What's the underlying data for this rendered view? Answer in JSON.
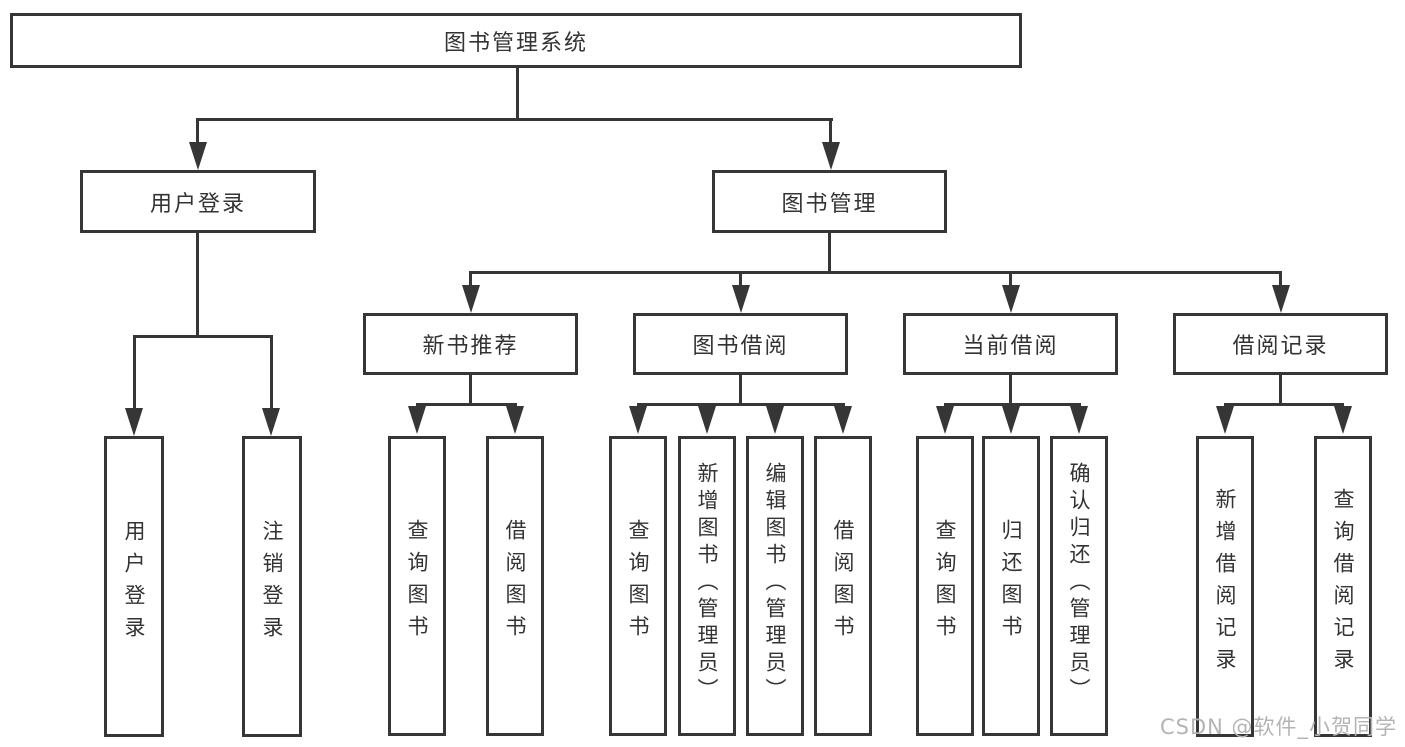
{
  "diagram": {
    "root": {
      "label": "图书管理系统"
    },
    "level2": [
      {
        "label": "用户登录"
      },
      {
        "label": "图书管理"
      }
    ],
    "level3": [
      {
        "label": "新书推荐"
      },
      {
        "label": "图书借阅"
      },
      {
        "label": "当前借阅"
      },
      {
        "label": "借阅记录"
      }
    ],
    "leaves": {
      "login": [
        "用户登录",
        "注销登录"
      ],
      "recommend": [
        "查询图书",
        "借阅图书"
      ],
      "borrow": [
        "查询图书",
        "新增图书（管理员）",
        "编辑图书（管理员）",
        "借阅图书"
      ],
      "current": [
        "查询图书",
        "归还图书",
        "确认归还（管理员）"
      ],
      "records": [
        "新增借阅记录",
        "查询借阅记录"
      ]
    }
  },
  "colors": {
    "line": "#363636",
    "text": "#333333",
    "watermark_text_color": "#b4b4b4",
    "background": "#ffffff"
  },
  "watermark": {
    "text": "CSDN @软件_小贺同学"
  }
}
